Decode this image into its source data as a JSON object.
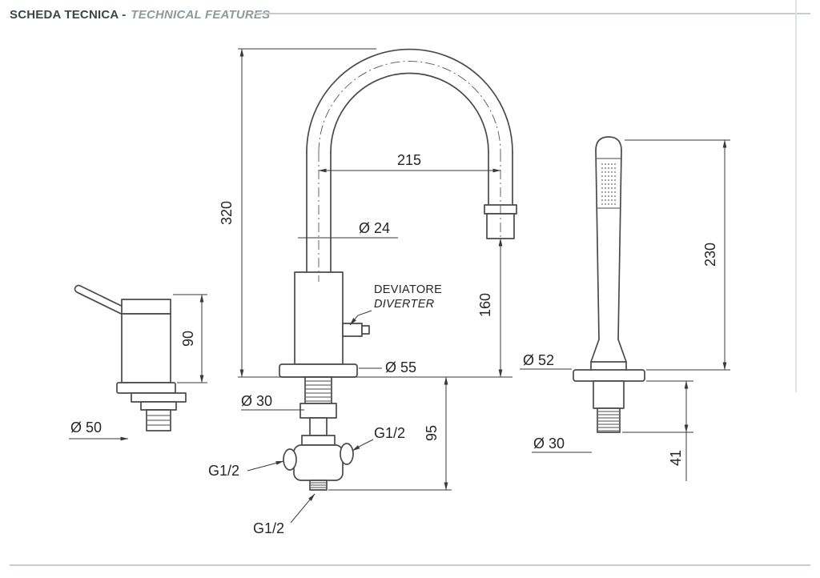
{
  "header": {
    "title_it": "SCHEDA TECNICA -",
    "title_en": "TECHNICAL FEATURES"
  },
  "colors": {
    "line": "#4a4a4a",
    "dimension": "#3a3a3a",
    "header_dark": "#3c4549",
    "header_gray": "#8e989d",
    "rule": "#c6cbce"
  },
  "figures": {
    "handle": {
      "height": "90",
      "base_diameter": "Ø 50"
    },
    "spout": {
      "reach": "215",
      "height": "320",
      "pipe_diameter": "Ø 24",
      "outlet_height": "160",
      "diverter_it": "DEVIATORE",
      "diverter_en": "DIVERTER",
      "flange_diameter": "Ø 55",
      "shank_diameter": "Ø 30",
      "under_counter_depth": "95",
      "thread_right": "G1/2",
      "thread_left": "G1/2",
      "thread_bottom": "G1/2"
    },
    "handshower": {
      "height": "230",
      "flange_diameter": "Ø 52",
      "shank_diameter": "Ø 30",
      "under_counter_depth": "41"
    }
  }
}
